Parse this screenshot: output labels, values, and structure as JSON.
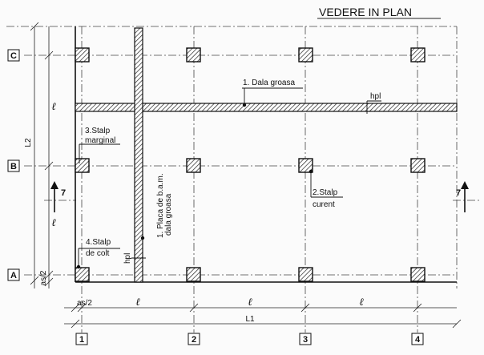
{
  "title": "VEDERE IN PLAN",
  "axes": {
    "rows": [
      "C",
      "B",
      "A"
    ],
    "cols": [
      "1",
      "2",
      "3",
      "4"
    ]
  },
  "labels": {
    "dala": "1. Dala groasa",
    "hpl_top": "hpl",
    "hpl_left": "hpl",
    "stalp_marginal_1": "3.Stalp",
    "stalp_marginal_2": "marginal",
    "stalp_curent_1": "2.Stalp",
    "stalp_curent_2": "curent",
    "stalp_colt_1": "4.Stalp",
    "stalp_colt_2": "de colt",
    "placa_1": "1. Placa de b.a.m.",
    "placa_2": "dala groasa",
    "section_left": "7",
    "section_right": "7"
  },
  "dims": {
    "L2": "L2",
    "L1": "L1",
    "as2_vertical": "as/2",
    "as2_horizontal": "as/2",
    "ell": "ℓ"
  }
}
